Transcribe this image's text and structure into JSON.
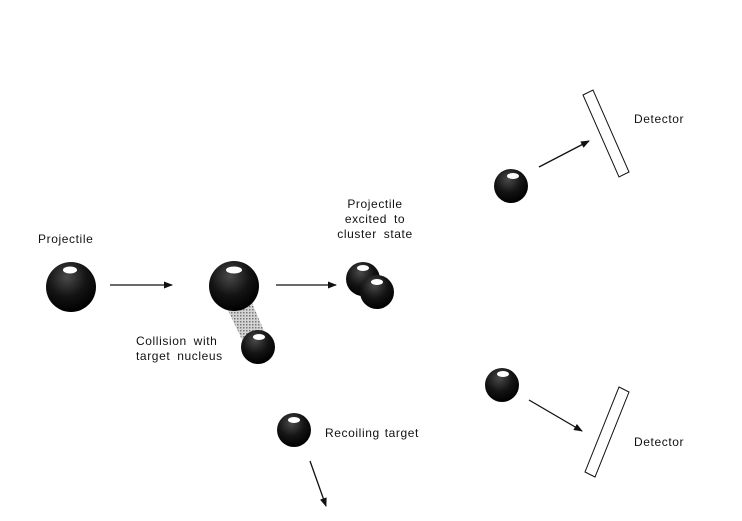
{
  "labels": {
    "projectile": "Projectile",
    "excited_line1": "Projectile",
    "excited_line2": "excited  to",
    "excited_line3": "cluster  state",
    "collision_line1": "Collision  with",
    "collision_line2": "target  nucleus",
    "recoiling_target": "Recoiling target",
    "detector_top": "Detector",
    "detector_bottom": "Detector"
  },
  "colors": {
    "nucleus": "#111111",
    "highlight": "#ffffff",
    "arrow": "#111111",
    "contact_shading": "#9a9a9a"
  }
}
